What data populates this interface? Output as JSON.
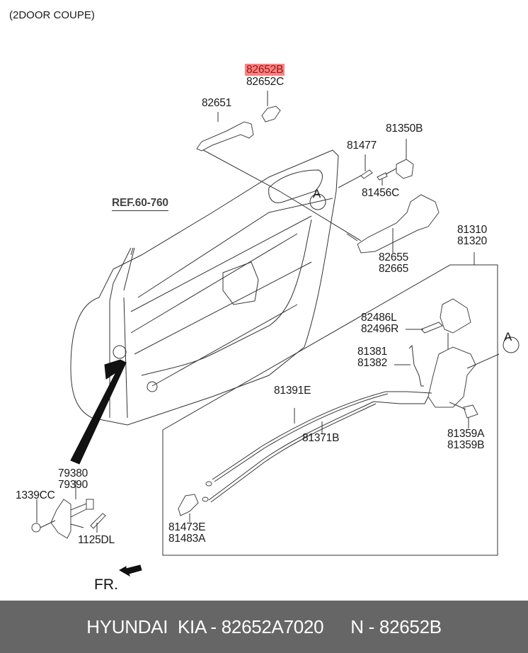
{
  "subtitle": "(2DOOR COUPE)",
  "highlight_color": "#ff8080",
  "reference": "REF.60-760",
  "direction_label": "FR.",
  "callout_letter": "A",
  "labels": {
    "p82652B": "82652B",
    "p82652C": "82652C",
    "p82651": "82651",
    "p81350B": "81350B",
    "p81477": "81477",
    "p81456C": "81456C",
    "p82655": "82655",
    "p82665": "82665",
    "p81310": "81310",
    "p81320": "81320",
    "p82486L": "82486L",
    "p82496R": "82496R",
    "p81381": "81381",
    "p81382": "81382",
    "p81391E": "81391E",
    "p81371B": "81371B",
    "p81359A": "81359A",
    "p81359B": "81359B",
    "p79380": "79380",
    "p79390": "79390",
    "p1339CC": "1339CC",
    "p1125DL": "1125DL",
    "p81473E": "81473E",
    "p81483A": "81483A"
  },
  "footer": {
    "brand": "HYUNDAI  KIA - 82652A7020",
    "part": "N - 82652B"
  }
}
